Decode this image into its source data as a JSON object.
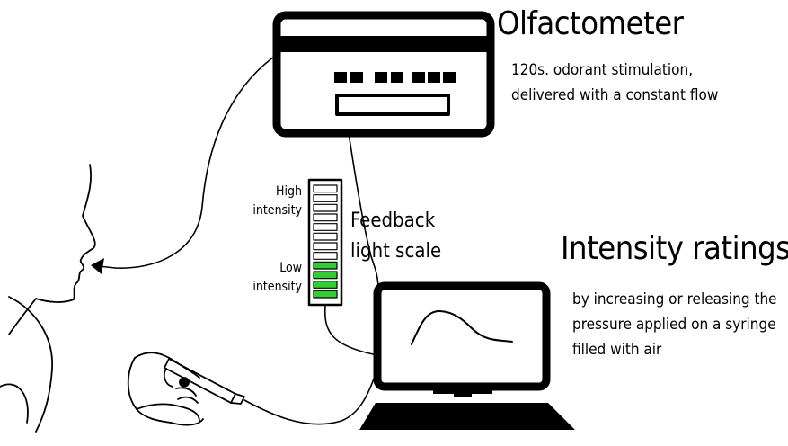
{
  "olfactometer": {
    "title": "Olfactometer",
    "description": "120s. odorant stimulation, delivered with a constant flow"
  },
  "intensity_ratings": {
    "title": "Intensity ratings",
    "description": "by increasing or releasing the pressure applied on a syringe filled with air"
  },
  "feedback_scale": {
    "title": "Feedback light scale",
    "high_label": "High intensity",
    "low_label": "Low intensity",
    "total_segments": 12,
    "lit_segments": 4,
    "lit_color": "#33cc33"
  }
}
